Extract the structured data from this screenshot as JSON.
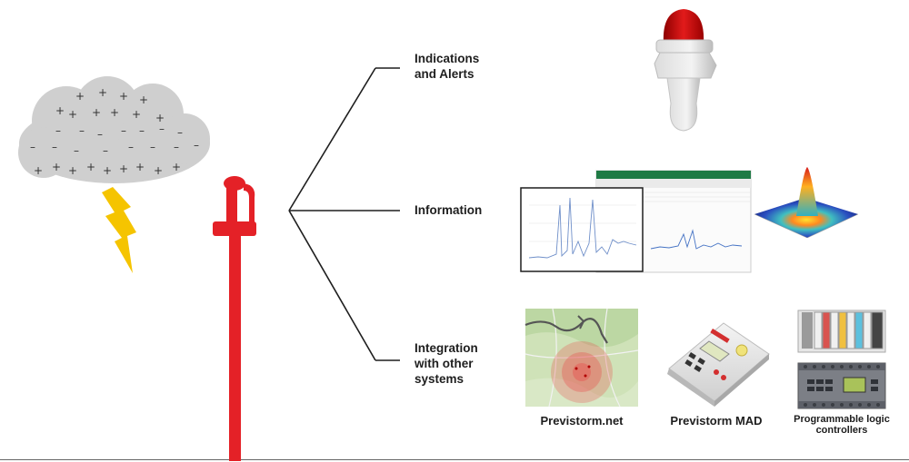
{
  "branches": {
    "alerts": {
      "label": "Indications\nand Alerts",
      "icon": "beacon-siren-icon"
    },
    "information": {
      "label": "Information",
      "icon": "charts-icon"
    },
    "integration": {
      "label": "Integration\nwith other\nsystems",
      "icon": "systems-icon"
    }
  },
  "systems": {
    "previstorm_net": "Previstorm.net",
    "previstorm_mad": "Previstorm MAD",
    "plc": "Programmable logic\ncontrollers"
  },
  "icons": {
    "cloud": "storm-cloud-icon",
    "lightning": "lightning-bolt-icon",
    "sensor": "storm-detector-mast-icon"
  },
  "colors": {
    "cloud": "#cfcfcf",
    "lightning": "#f5c400",
    "sensor": "#e42127",
    "lines": "#1e1e1e"
  }
}
